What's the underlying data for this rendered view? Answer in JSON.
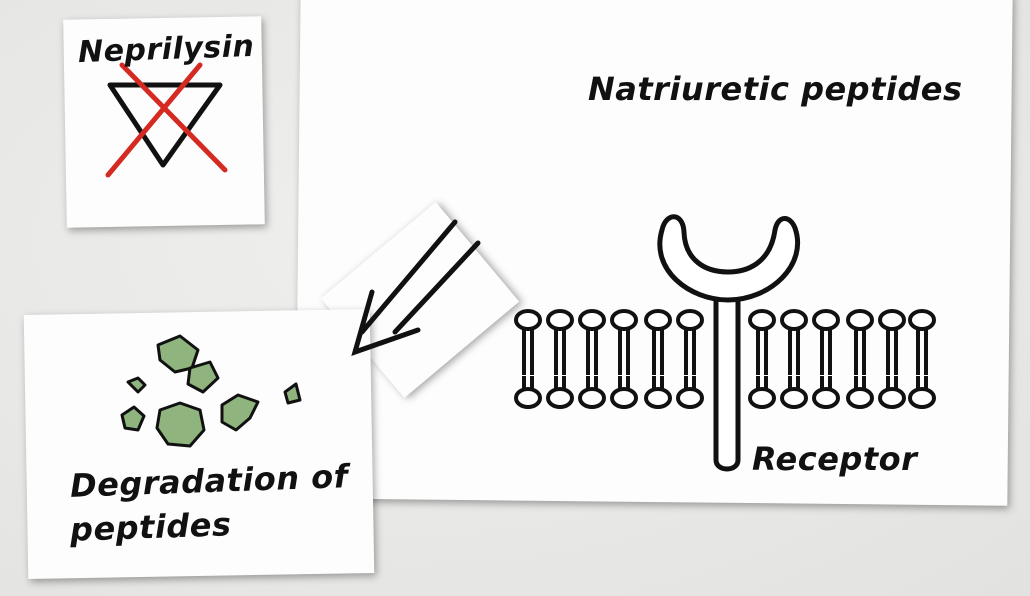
{
  "main_card": {
    "title": "Natriuretic peptides",
    "receptor_label": "Receptor"
  },
  "enzyme_card": {
    "label": "Neprilysin",
    "cross_color": "#d42a22"
  },
  "degradation_card": {
    "line1": "Degradation of",
    "line2": "peptides",
    "fragment_color": "#8fb47e"
  }
}
